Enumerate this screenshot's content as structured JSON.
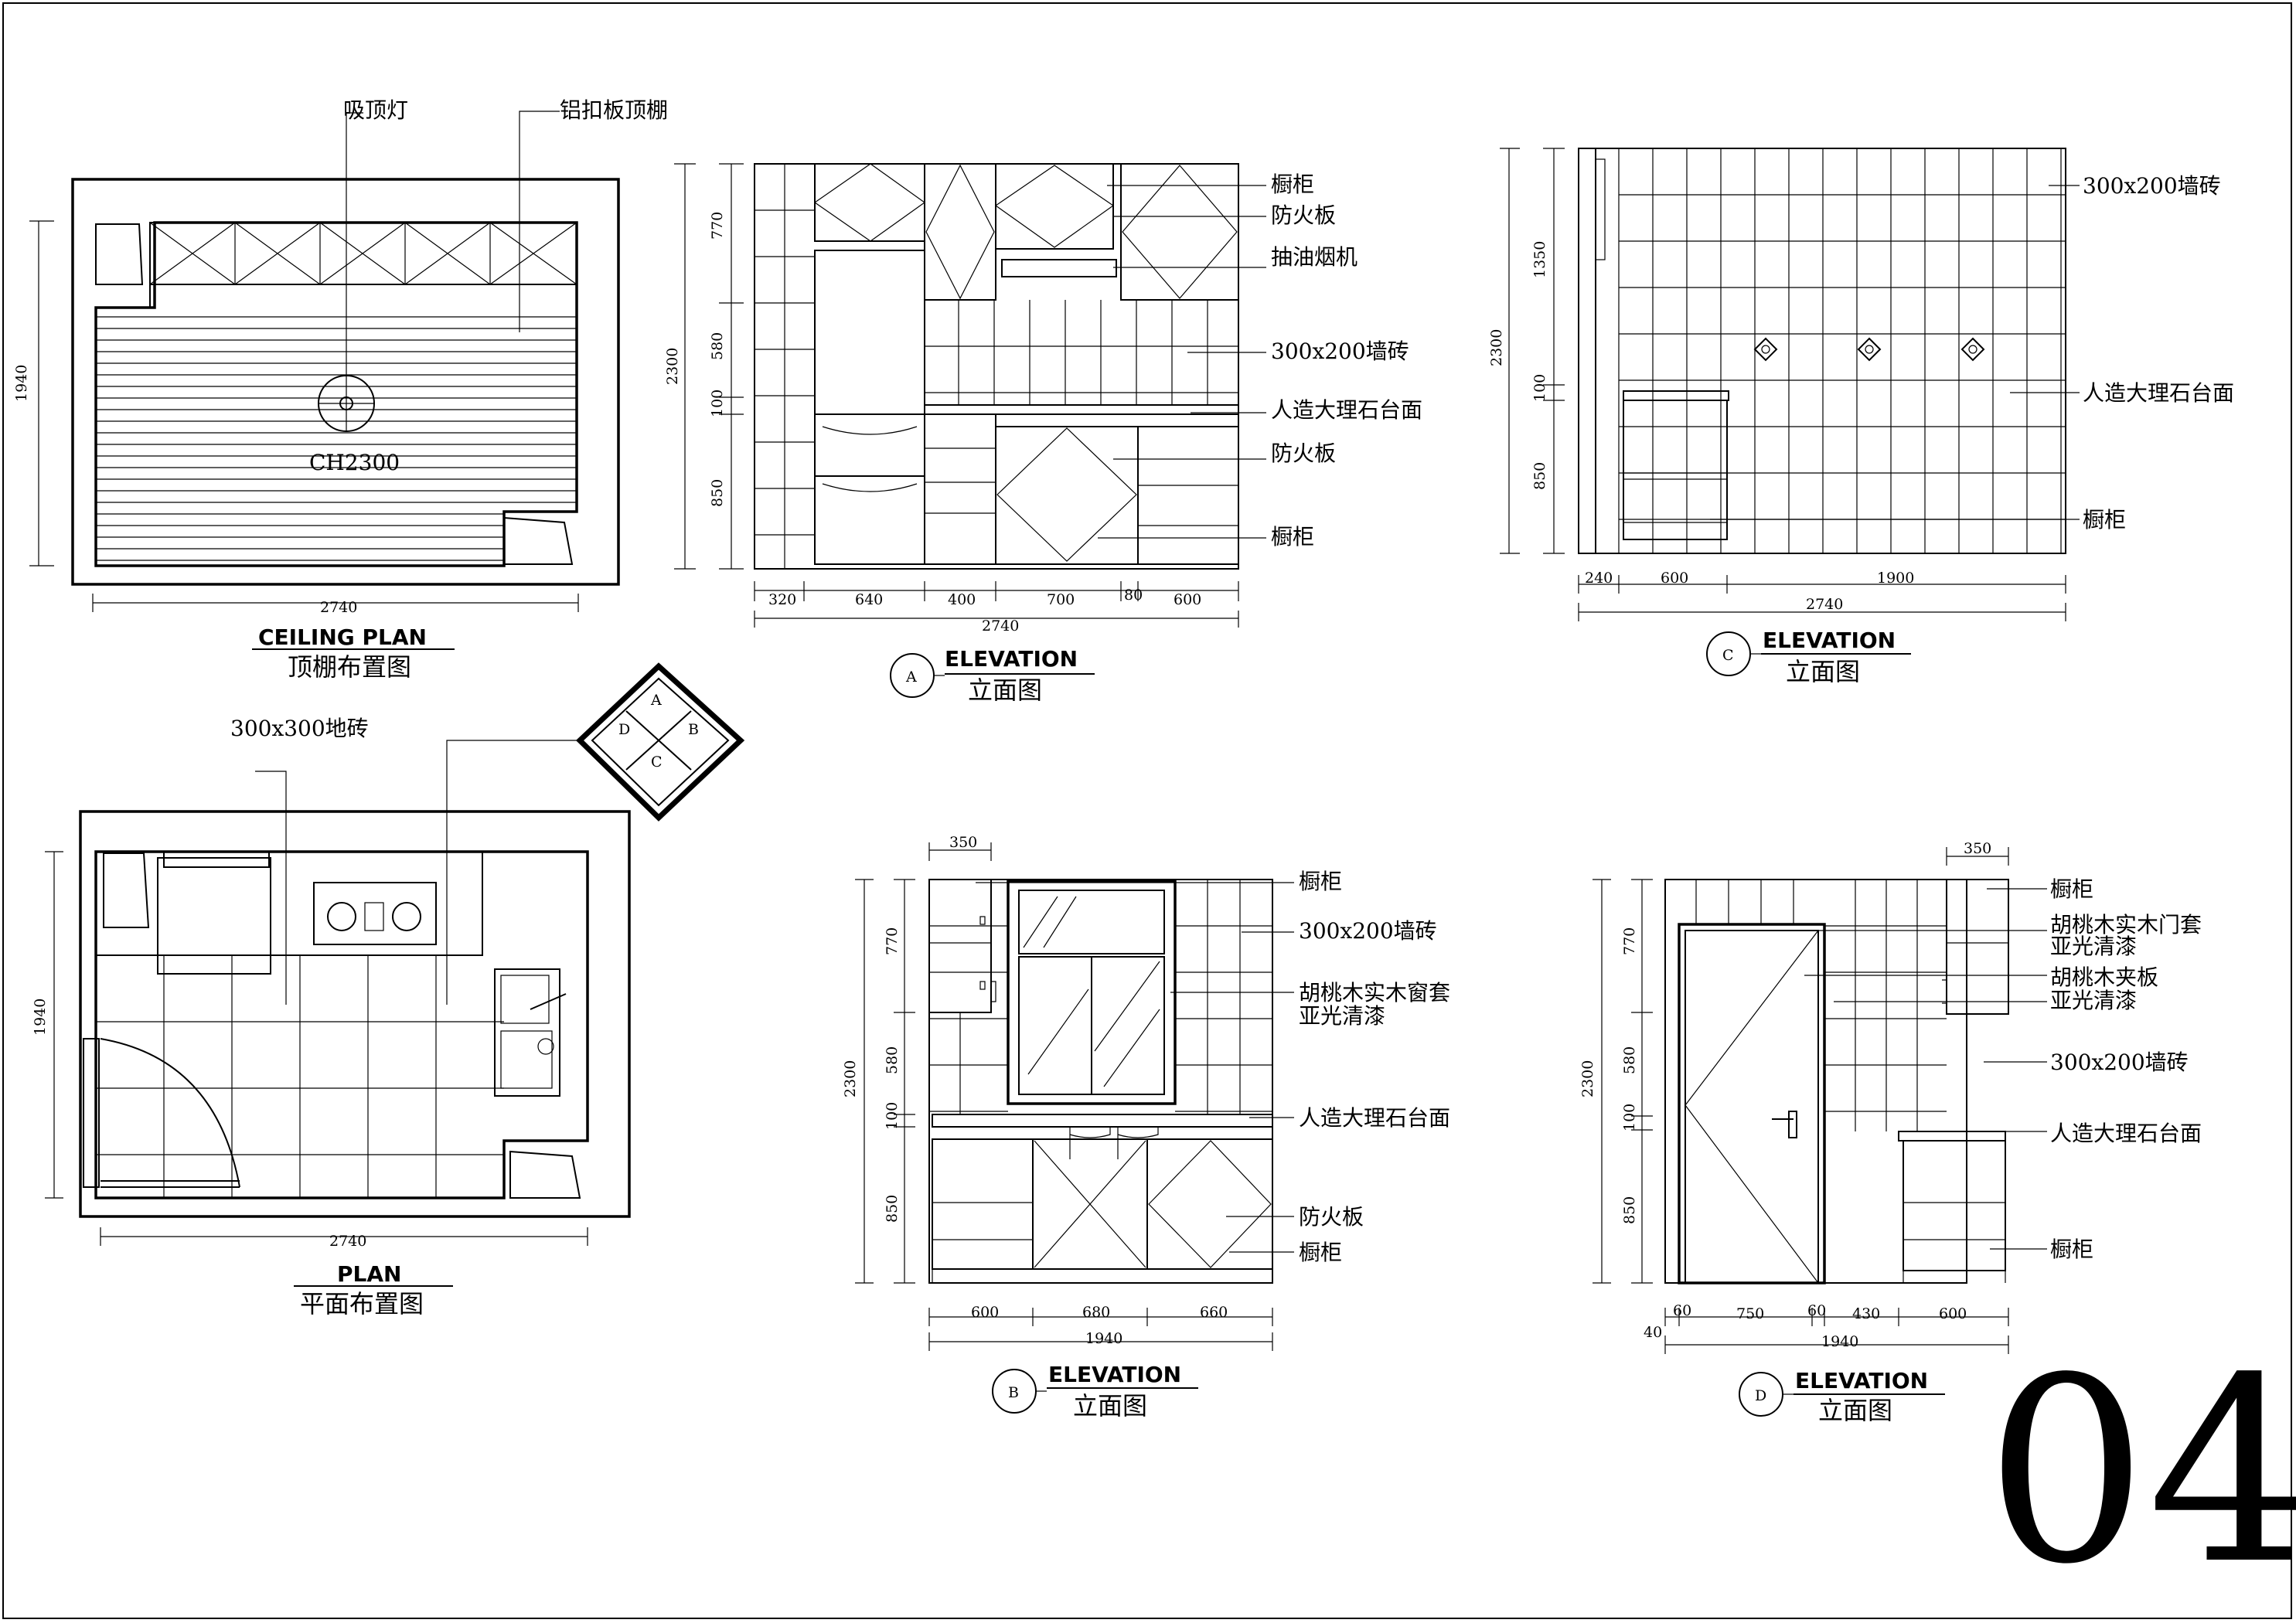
{
  "sheet_number": "04",
  "ceiling_plan": {
    "title_en": "CEILING PLAN",
    "title_cn": "顶棚布置图",
    "labels": [
      "吸顶灯",
      "铝扣板顶棚"
    ],
    "height_mark": "CH2300",
    "dims": {
      "width": "2740",
      "height": "1940"
    }
  },
  "plan": {
    "title_en": "PLAN",
    "title_cn": "平面布置图",
    "floor_label": "300x300地砖",
    "dims": {
      "width": "2740",
      "height": "1940"
    },
    "compass": [
      "A",
      "B",
      "C",
      "D"
    ]
  },
  "elev_a": {
    "tag": "A",
    "title_en": "ELEVATION",
    "title_cn": "立面图",
    "labels": [
      "橱柜",
      "防火板",
      "抽油烟机",
      "300x200墙砖",
      "人造大理石台面",
      "防火板",
      "橱柜"
    ],
    "vdims": [
      "770",
      "580",
      "100",
      "850"
    ],
    "vtotal": "2300",
    "hdims": [
      "320",
      "640",
      "400",
      "700",
      "80",
      "600"
    ],
    "htotal": "2740"
  },
  "elev_b": {
    "tag": "B",
    "title_en": "ELEVATION",
    "title_cn": "立面图",
    "labels": [
      "橱柜",
      "300x200墙砖",
      "胡桃木实木窗套",
      "亚光清漆",
      "人造大理石台面",
      "防火板",
      "橱柜"
    ],
    "top_dim": "350",
    "vdims": [
      "770",
      "580",
      "100",
      "850"
    ],
    "vtotal": "2300",
    "hdims": [
      "600",
      "680",
      "660"
    ],
    "htotal": "1940"
  },
  "elev_c": {
    "tag": "C",
    "title_en": "ELEVATION",
    "title_cn": "立面图",
    "labels": [
      "300x200墙砖",
      "人造大理石台面",
      "橱柜"
    ],
    "vdims": [
      "1350",
      "100",
      "850"
    ],
    "vtotal": "2300",
    "hdims": [
      "240",
      "600",
      "1900"
    ],
    "htotal": "2740"
  },
  "elev_d": {
    "tag": "D",
    "title_en": "ELEVATION",
    "title_cn": "立面图",
    "labels": [
      "橱柜",
      "胡桃木实木门套",
      "亚光清漆",
      "胡桃木夹板",
      "亚光清漆",
      "300x200墙砖",
      "人造大理石台面",
      "橱柜"
    ],
    "top_dim": "350",
    "vdims": [
      "770",
      "580",
      "100",
      "850"
    ],
    "vtotal": "2300",
    "hdims": [
      "60",
      "750",
      "60",
      "430",
      "600"
    ],
    "left_dim": "40",
    "htotal": "1940"
  }
}
